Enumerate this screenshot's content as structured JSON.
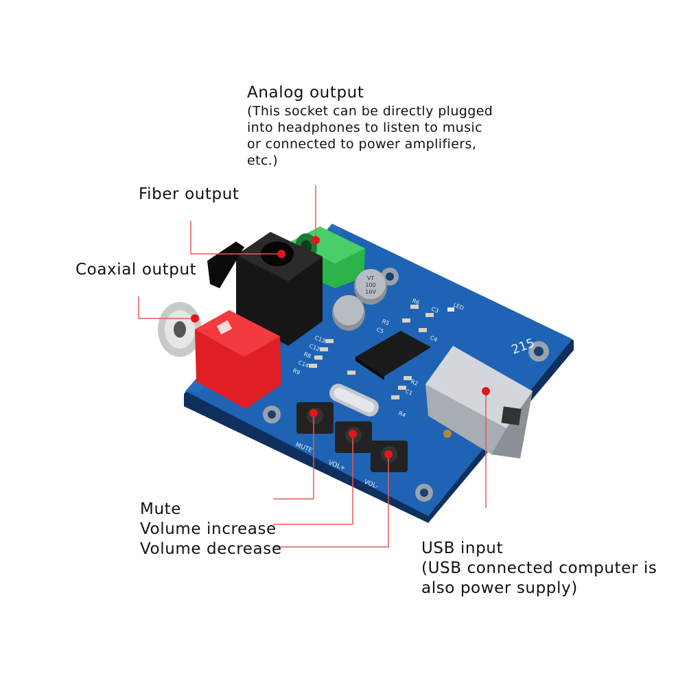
{
  "labels": {
    "analog": {
      "title": "Analog output",
      "desc_lines": [
        "(This socket can be directly plugged",
        "into headphones to listen to music",
        "or connected to power amplifiers,",
        "etc.)"
      ]
    },
    "fiber": "Fiber output",
    "coaxial": "Coaxial output",
    "mute": "Mute",
    "vol_up": "Volume increase",
    "vol_down": "Volume decrease",
    "usb": {
      "title": "USB input",
      "desc_lines": [
        "(USB connected computer is",
        "also power supply)"
      ]
    }
  },
  "board_markings": {
    "model": "215",
    "cap_lines": [
      "VT",
      "100",
      "16V"
    ],
    "btn_mute": "MUTE",
    "btn_vol_up": "VOL+",
    "btn_vol_down": "VOL-",
    "led": "LED",
    "refs": [
      "R6",
      "C3",
      "R5",
      "C5",
      "C4",
      "C13",
      "C12",
      "R8",
      "C14",
      "R9",
      "R2",
      "C1",
      "R4"
    ]
  },
  "colors": {
    "pcb": "#1f63b4",
    "pcb_dark": "#174d8e",
    "marker": "#e8141c",
    "leader": "#e45a5a",
    "rca": "#e01f25",
    "jack": "#2bb34a"
  }
}
